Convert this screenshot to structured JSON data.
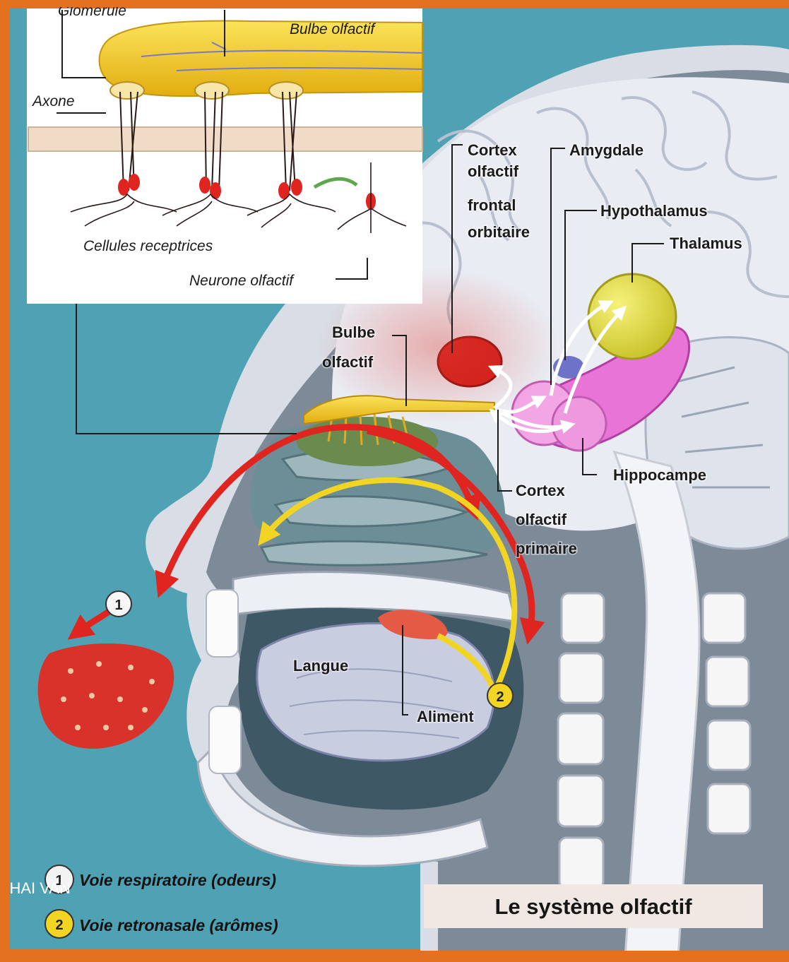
{
  "inset": {
    "labels": {
      "glomerule": "Glomerule",
      "bulbe": "Bulbe olfactif",
      "axone": "Axone",
      "cellules": "Cellules receptrices",
      "neurone": "Neurone olfactif"
    }
  },
  "brain_labels": {
    "cortex_ofo": [
      "Cortex",
      "olfactif",
      "frontal",
      "orbitaire"
    ],
    "amygdale": "Amygdale",
    "hypothalamus": "Hypothalamus",
    "thalamus": "Thalamus",
    "bulbe": [
      "Bulbe",
      "olfactif"
    ],
    "hippocampe": "Hippocampe",
    "cortex_primaire": [
      "Cortex",
      "olfactif",
      "primaire"
    ],
    "langue": "Langue",
    "aliment": "Aliment"
  },
  "markers": {
    "one": "1",
    "two": "2"
  },
  "legend": {
    "item1": "Voie respiratoire (odeurs)",
    "item2": "Voie retronasale (arômes)"
  },
  "title": "Le système olfactif",
  "author": "THAI VAN",
  "colors": {
    "frame": "#e4711f",
    "background": "#4fa2b4",
    "respiratory_path": "#e0241f",
    "retronasal_path": "#f2d422",
    "bulb": "#f0c21a"
  }
}
